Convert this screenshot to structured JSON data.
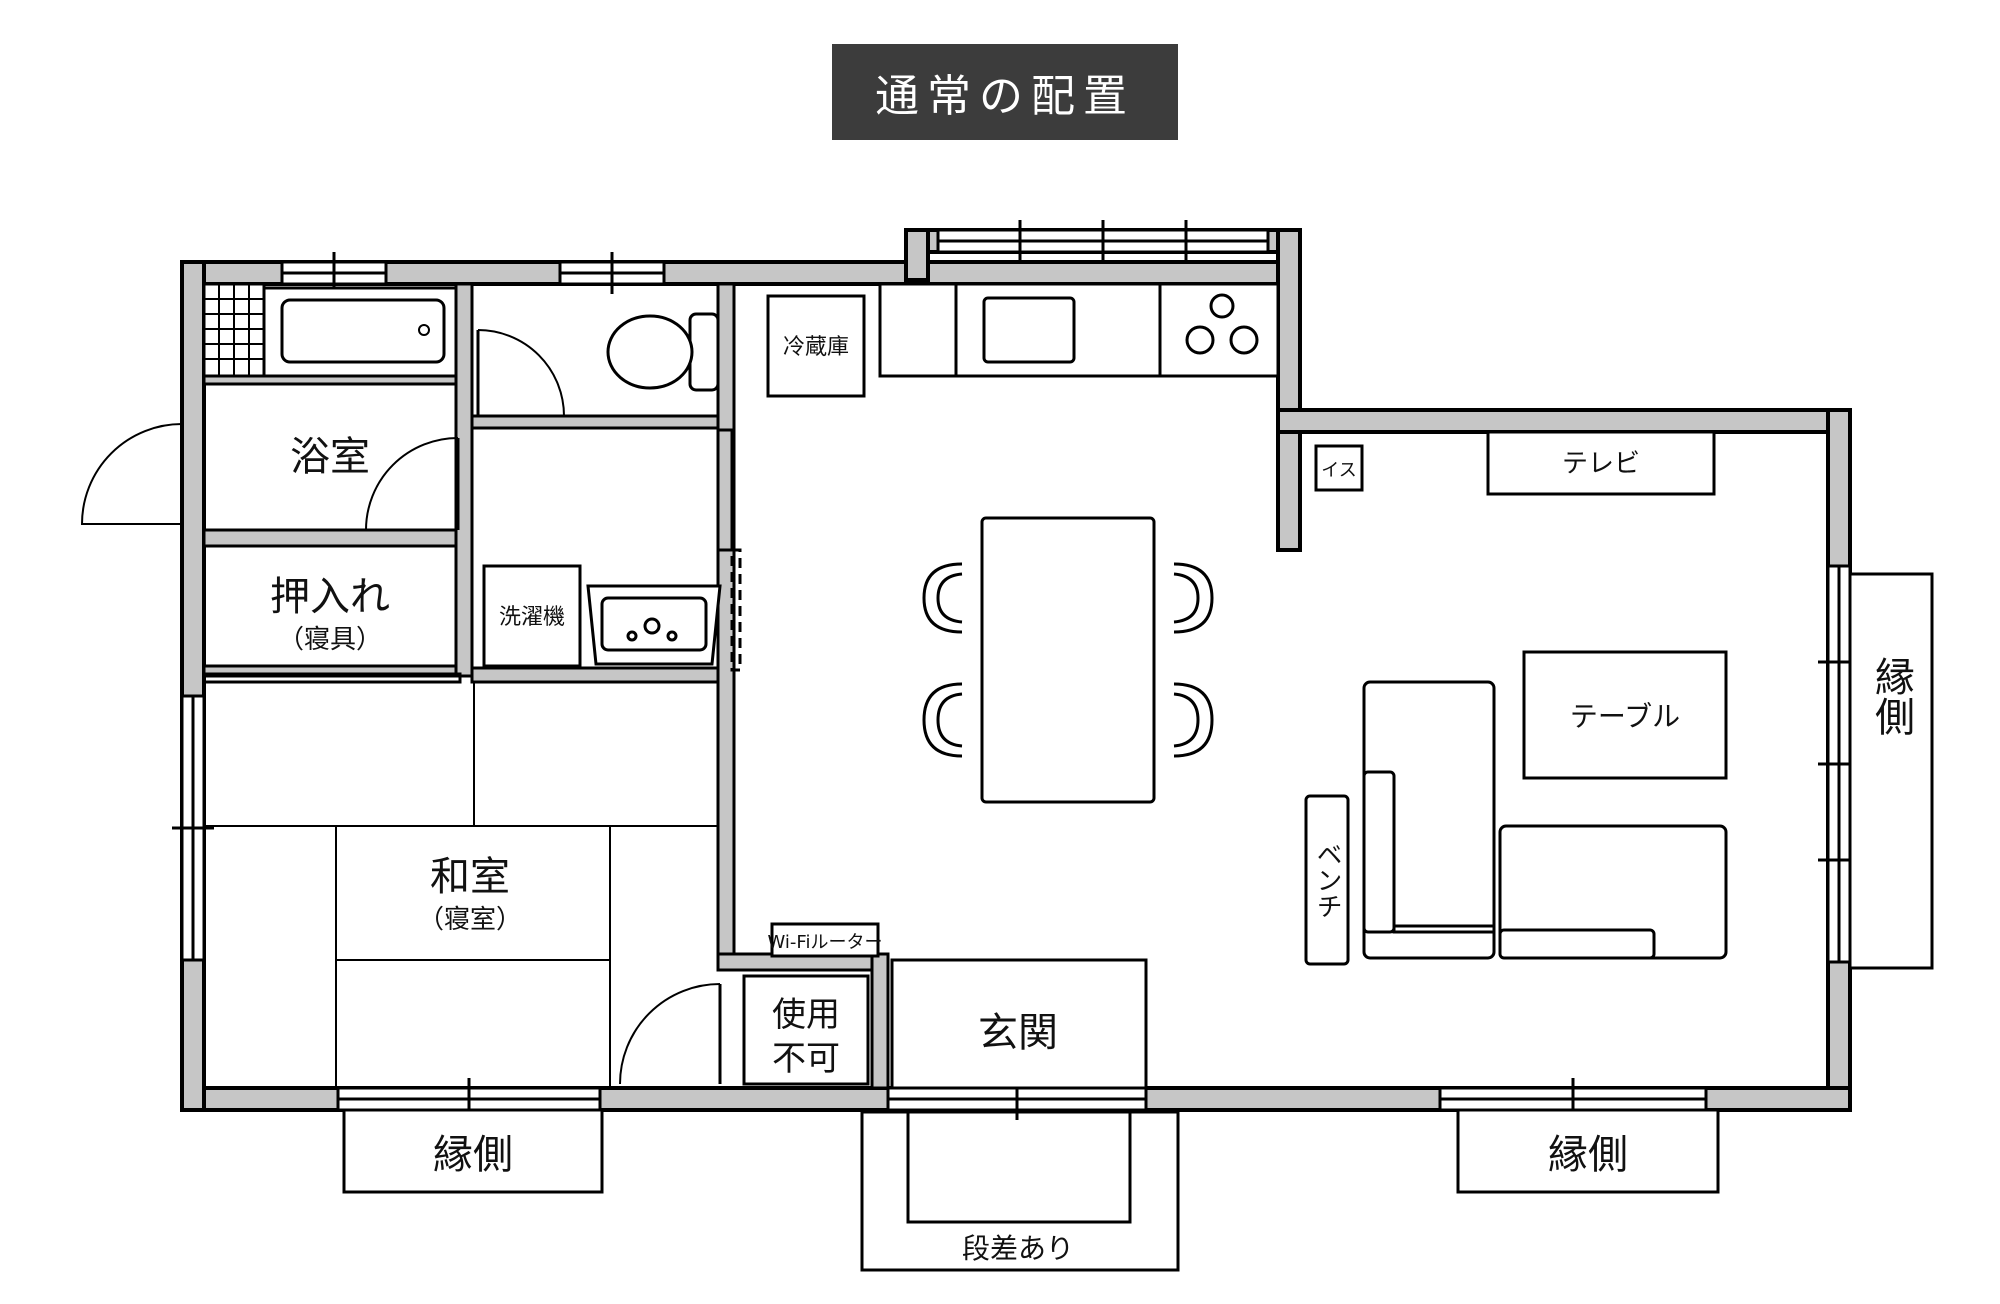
{
  "title": "通常の配置",
  "rooms": {
    "bath": "浴室",
    "closet": "押入れ",
    "closet_sub": "（寝具）",
    "washer": "洗濯機",
    "fridge": "冷蔵庫",
    "washitsu": "和室",
    "washitsu_sub": "（寝室）",
    "unusable_1": "使用",
    "unusable_2": "不可",
    "entrance": "玄関",
    "wifi": "Wi-Fiルーター",
    "chair": "イス",
    "tv": "テレビ",
    "table": "テーブル",
    "bench": "ベンチ",
    "engawa_left": "縁側",
    "engawa_right": "縁側",
    "engawa_east": "縁側",
    "step": "段差あり"
  }
}
